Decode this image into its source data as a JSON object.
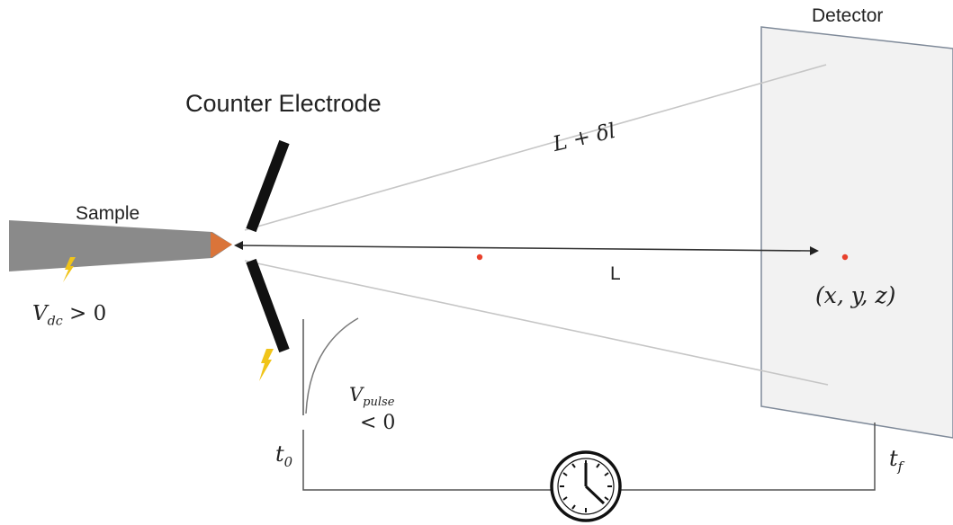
{
  "labels": {
    "detector": "Detector",
    "counter_electrode": "Counter Electrode",
    "sample": "Sample",
    "path_L": "L",
    "path_L_dl": "L + δl",
    "vdc_var": "V",
    "vdc_sub": "dc",
    "vdc_rel": " > 0",
    "position": "(x, y, z)",
    "vpulse_var": "V",
    "vpulse_sub": "pulse",
    "vpulse_rel": "<  0",
    "t0_var": "t",
    "t0_sub": "0",
    "tf_var": "t",
    "tf_sub": "f"
  },
  "icons": {
    "timer": "clock-icon",
    "voltage": "lightning-bolt-icon"
  },
  "colors": {
    "ion_dot": "#e8412c",
    "sample_tip": "#e8702a",
    "bolt": "#f0c419",
    "electrode": "#111111",
    "detector_fill": "#f2f2f2",
    "sample_fill": "#8a8a8a"
  }
}
